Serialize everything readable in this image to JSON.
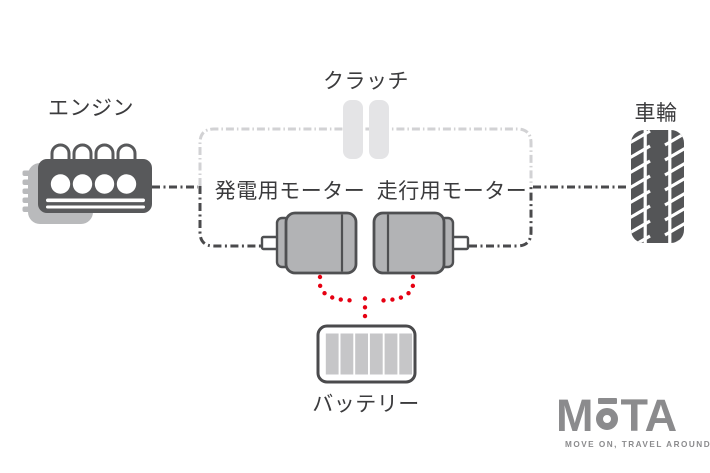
{
  "diagram": {
    "labels": {
      "engine": "エンジン",
      "clutch": "クラッチ",
      "generator_motor": "発電用モーター",
      "drive_motor": "走行用モーター",
      "wheel": "車輪",
      "battery": "バッテリー"
    },
    "icons": {
      "engine": "engine-icon",
      "clutch": "clutch-icon",
      "generator_motor": "generator-motor-icon",
      "drive_motor": "drive-motor-icon",
      "wheel": "tire-icon",
      "battery": "battery-icon"
    },
    "colors": {
      "icon_dark": "#58595b",
      "icon_mid": "#b2b3b5",
      "icon_light": "#e4e4e6",
      "shadow_gray": "#b9babc",
      "dash_light": "#d2d2d4",
      "dash_dark": "#4a4a4c",
      "power_flow_red": "#e60012",
      "label_text": "#3b3b3d",
      "logo_gray": "#8b8b8d"
    }
  },
  "logo": {
    "m": "M",
    "ta": "TA",
    "tagline": "MOVE ON, TRAVEL AROUND"
  }
}
